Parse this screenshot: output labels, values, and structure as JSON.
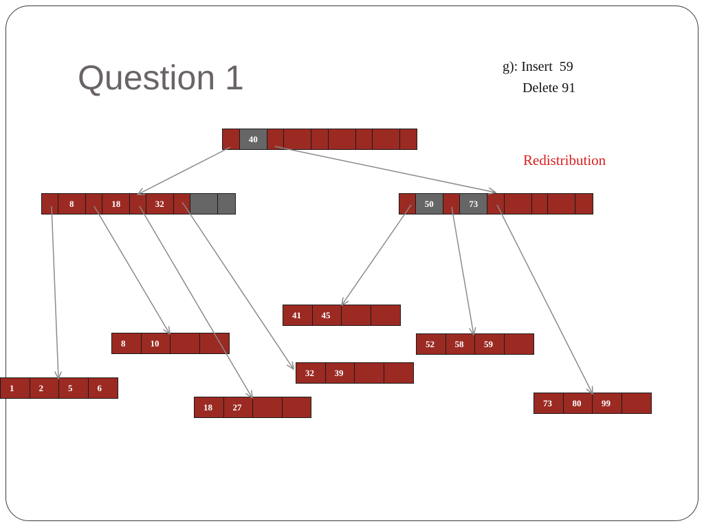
{
  "slide": {
    "title": "Question 1",
    "operations": [
      "g): Insert  59",
      "Delete 91"
    ],
    "annotation": "Redistribution"
  },
  "tree": {
    "root": [
      "40"
    ],
    "internal_left": [
      "8",
      "18",
      "32"
    ],
    "internal_right": [
      "50",
      "73"
    ],
    "leaves": {
      "leaf_1": [
        "1",
        "2",
        "5",
        "6"
      ],
      "leaf_8": [
        "8",
        "10",
        "",
        ""
      ],
      "leaf_18": [
        "18",
        "27",
        "",
        ""
      ],
      "leaf_32": [
        "32",
        "39",
        "",
        ""
      ],
      "leaf_41": [
        "41",
        "45",
        "",
        ""
      ],
      "leaf_52": [
        "52",
        "58",
        "59",
        ""
      ],
      "leaf_73": [
        "73",
        "80",
        "99",
        ""
      ]
    }
  },
  "colors": {
    "cell_fill": "#9b2a23",
    "cell_fill_highlight": "#666666",
    "annotation": "#d81e1e",
    "arrow": "#8a8a8a",
    "title": "#6b6464"
  }
}
